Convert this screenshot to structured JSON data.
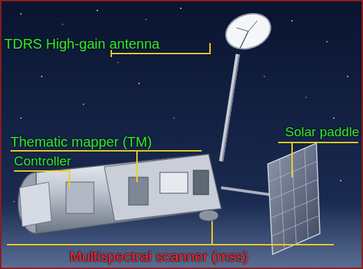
{
  "diagram": {
    "labels": [
      "TDRS High-gain antenna",
      "Thematic mapper (TM)",
      "Controller",
      "Solar paddle",
      "Multispectral scanner (mss)"
    ]
  }
}
